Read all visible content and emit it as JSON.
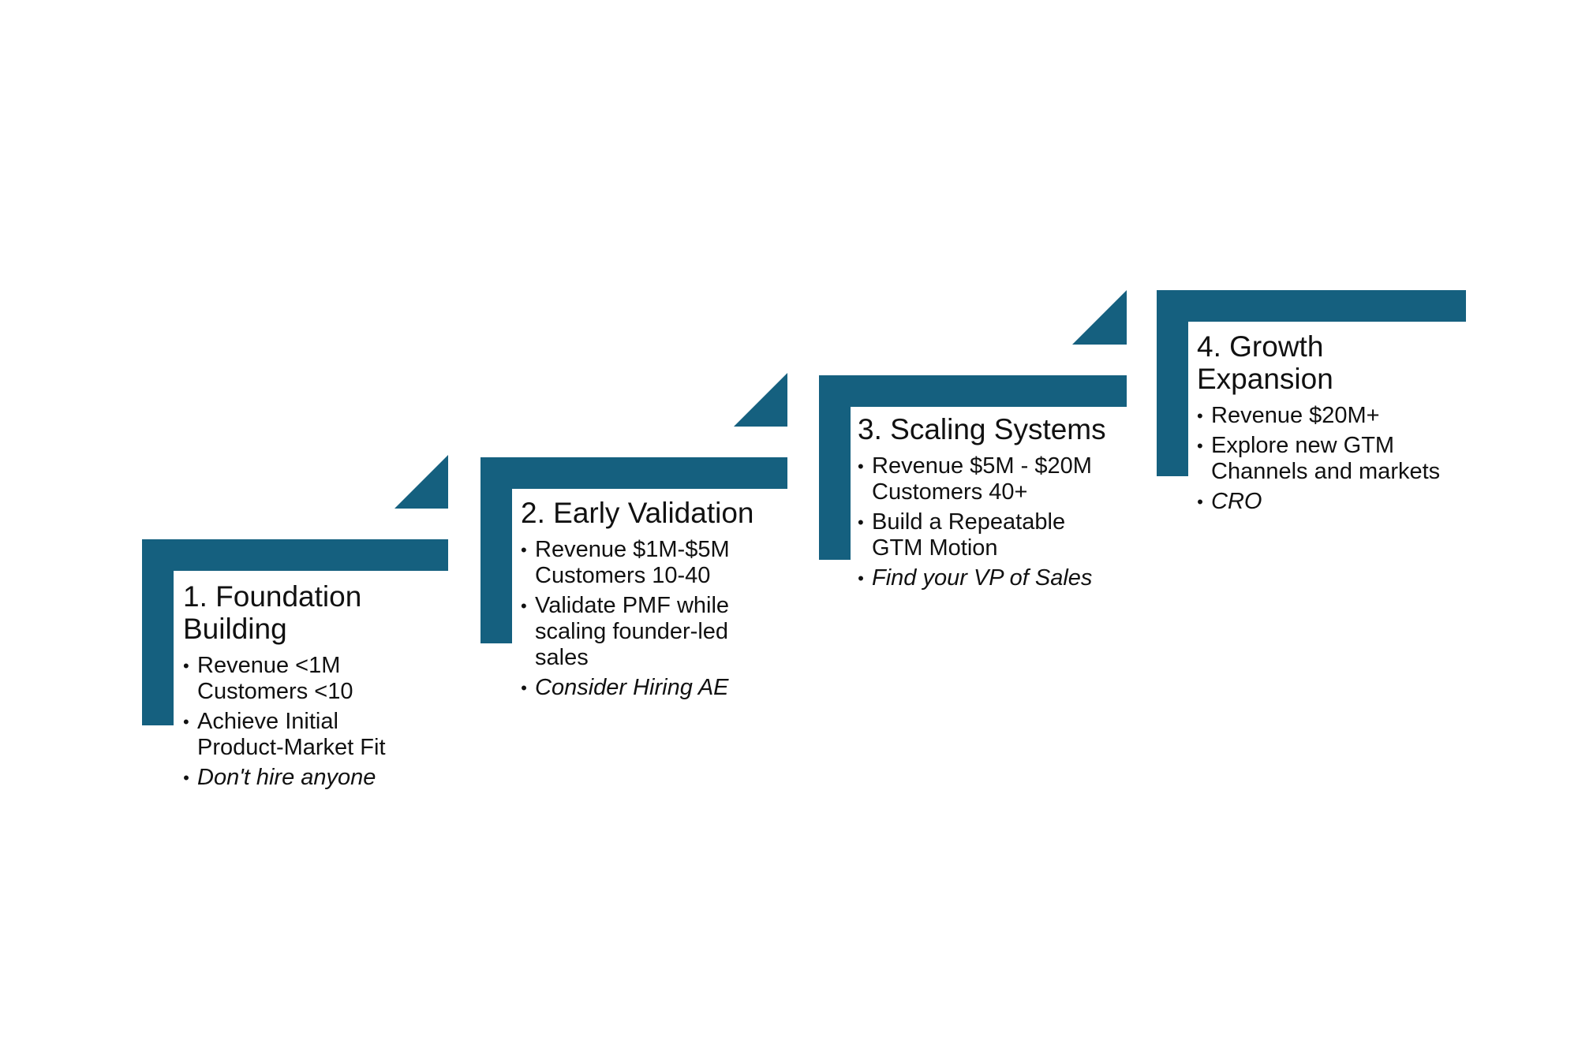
{
  "colors": {
    "accent": "#15607f",
    "background": "#ffffff",
    "text": "#111111"
  },
  "stages": [
    {
      "title_lines": [
        "1. Foundation",
        "Building"
      ],
      "bullets": [
        {
          "lines": [
            "Revenue <1M",
            "Customers <10"
          ]
        },
        {
          "lines": [
            "Achieve Initial",
            "Product-Market Fit"
          ]
        },
        {
          "lines": [
            "Don't hire anyone"
          ]
        }
      ]
    },
    {
      "title_lines": [
        "2. Early Validation"
      ],
      "bullets": [
        {
          "lines": [
            "Revenue $1M-$5M",
            "Customers 10-40"
          ]
        },
        {
          "lines": [
            "Validate PMF while",
            "scaling founder-led",
            "sales"
          ]
        },
        {
          "lines": [
            "Consider Hiring AE"
          ]
        }
      ]
    },
    {
      "title_lines": [
        "3. Scaling Systems"
      ],
      "bullets": [
        {
          "lines": [
            "Revenue $5M - $20M",
            "Customers 40+"
          ]
        },
        {
          "lines": [
            "Build a Repeatable",
            "GTM Motion"
          ]
        },
        {
          "lines": [
            "Find your VP of Sales"
          ]
        }
      ]
    },
    {
      "title_lines": [
        "4. Growth",
        "Expansion"
      ],
      "bullets": [
        {
          "lines": [
            "Revenue $20M+"
          ]
        },
        {
          "lines": [
            "Explore new GTM",
            "Channels and markets"
          ]
        },
        {
          "lines": [
            "CRO"
          ]
        }
      ]
    }
  ]
}
